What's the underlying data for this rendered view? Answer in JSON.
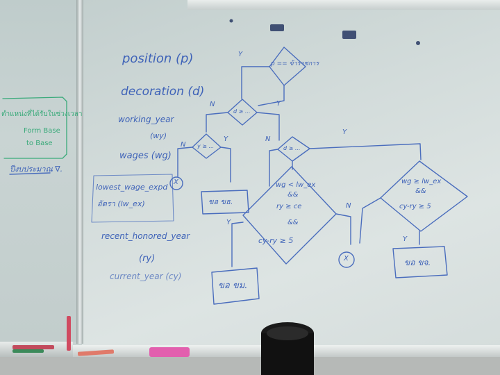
{
  "whiteboard": {
    "left_note": {
      "line1": "ตำแหน่งที่ได้รับในช่วงเวลา",
      "line2": "Form Base",
      "line3": "to Base"
    },
    "left_bottom": "ปีงบประมาณ ∇.",
    "labels": {
      "position": "position (p)",
      "decoration": "decoration (d)",
      "working_year": "working_year",
      "working_year_abbr": "(wy)",
      "wages": "wages (wg)",
      "lowest_wage_line1": "lowest_wage_expd",
      "lowest_wage_line2": "อัตรา (lw_ex)",
      "recent_honored_year": "recent_honored_year",
      "recent_honored_abbr": "(ry)",
      "current_year": "current_year (cy)"
    },
    "flowchart": {
      "top_decision": "p == ข้าราชการ",
      "decision_2": "d ≥ ...",
      "decision_3": "y ≥ ...",
      "decision_4": "d ≥ ...",
      "big_decision": [
        "wg < lw_ex",
        "&&",
        "ry ≥ ce",
        "&&",
        "cy-ry ≥ 5"
      ],
      "right_decision": [
        "wg ≥ lw_ex",
        "&&",
        "cy-ry ≥ 5"
      ],
      "box_1": "ขอ ขธ.",
      "box_2": "ขอ ขม.",
      "box_3": "ขอ ขจ.",
      "yes_label": "Y",
      "no_label": "N",
      "reject_mark": "X"
    }
  },
  "colors": {
    "marker_blue": "#3f63b8",
    "marker_green": "#3aaa7a"
  }
}
